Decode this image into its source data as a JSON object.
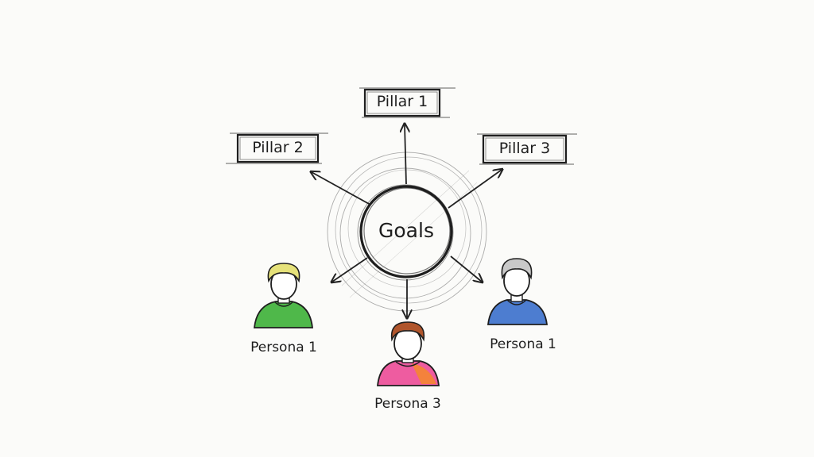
{
  "center": {
    "label": "Goals"
  },
  "pillars": [
    {
      "label": "Pillar 1"
    },
    {
      "label": "Pillar 2"
    },
    {
      "label": "Pillar 3"
    }
  ],
  "personas": [
    {
      "label": "Persona 1",
      "hair": "#e6e27a",
      "shirt": "#4fb84a"
    },
    {
      "label": "Persona 3",
      "hair": "#b0552c",
      "shirt": "#ee5ca0",
      "shirt_accent": "#f5882a"
    },
    {
      "label": "Persona 1",
      "hair": "#c9c9c9",
      "shirt": "#4d7dd0"
    }
  ],
  "colors": {
    "ink": "#222222",
    "paper": "#fbfbf9"
  }
}
